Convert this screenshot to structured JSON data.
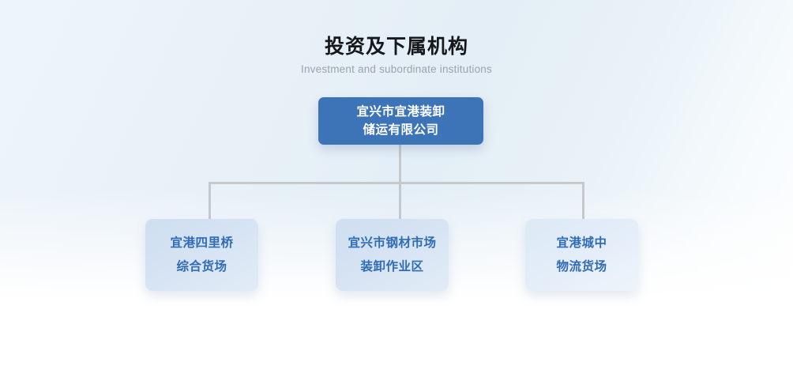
{
  "heading": {
    "title": "投资及下属机构",
    "subtitle": "Investment and subordinate institutions"
  },
  "chart_data": {
    "type": "diagram",
    "diagram_kind": "org-chart",
    "title": "投资及下属机构",
    "subtitle": "Investment and subordinate institutions",
    "orientation": "top-down",
    "root": {
      "id": "root",
      "line1": "宜兴市宜港装卸",
      "line2": "储运有限公司",
      "full_name": "宜兴市宜港装卸储运有限公司",
      "fill": "#3d74b8",
      "text_color": "#ffffff"
    },
    "children": [
      {
        "id": "child-1",
        "line1": "宜港四里桥",
        "line2": "综合货场",
        "full_name": "宜港四里桥综合货场",
        "fill": "#d4e2f2",
        "text_color": "#2f6cb5"
      },
      {
        "id": "child-2",
        "line1": "宜兴市钢材市场",
        "line2": "装卸作业区",
        "full_name": "宜兴市钢材市场装卸作业区",
        "fill": "#d4e2f2",
        "text_color": "#2f6cb5"
      },
      {
        "id": "child-3",
        "line1": "宜港城中",
        "line2": "物流货场",
        "full_name": "宜港城中物流货场",
        "fill": "#e3edf8",
        "text_color": "#2f6cb5"
      }
    ],
    "edges": [
      {
        "from": "root",
        "to": "child-1"
      },
      {
        "from": "root",
        "to": "child-2"
      },
      {
        "from": "root",
        "to": "child-3"
      }
    ],
    "connector_color": "#c6c9cc",
    "background": "#eaf2f8"
  }
}
